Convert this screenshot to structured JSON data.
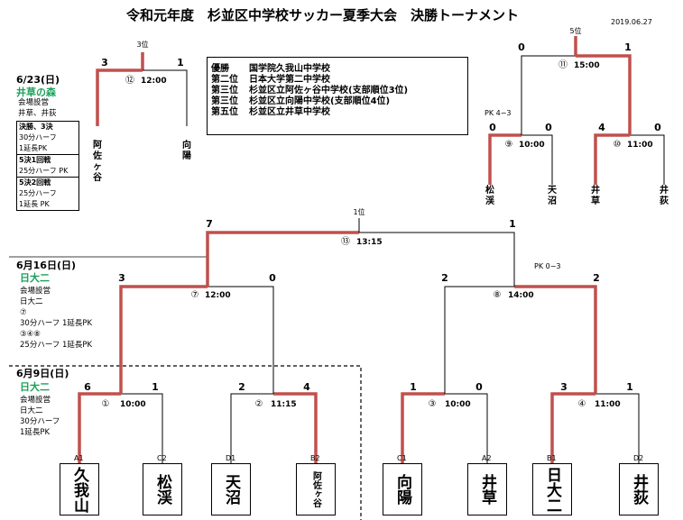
{
  "title": "令和元年度　杉並区中学校サッカー夏季大会　決勝トーナメント",
  "date": "2019.06.27",
  "results": [
    {
      "rank": "優勝",
      "team": "国学院久我山中学校"
    },
    {
      "rank": "第二位",
      "team": "日本大学第二中学校"
    },
    {
      "rank": "第三位",
      "team": "杉並区立阿佐ヶ谷中学校(支部順位3位)"
    },
    {
      "rank": "第三位",
      "team": "杉並区立向陽中学校(支部順位4位)"
    },
    {
      "rank": "第五位",
      "team": "杉並区立井草中学校"
    }
  ],
  "sessions": {
    "s623": {
      "date": "6/23(日)",
      "venue": "井草の森",
      "info": [
        "会場設営",
        "井草、井荻"
      ]
    },
    "s616": {
      "date": "6月16日(日)",
      "venue": "日大二",
      "info": [
        "会場設営",
        "日大二",
        "⑦",
        "30分ハーフ 1延長PK",
        "③④⑧",
        "25分ハーフ 1延長PK"
      ]
    },
    "s609": {
      "date": "6月9日(日)",
      "venue": "日大二",
      "info": [
        "会場設営",
        "日大二",
        "30分ハーフ",
        "1延長PK"
      ]
    }
  },
  "legend": [
    {
      "head": "決勝、3決",
      "lines": [
        "30分ハーフ",
        "1延長PK"
      ]
    },
    {
      "head": "5決1回戦",
      "lines": [
        "25分ハーフ PK"
      ]
    },
    {
      "head": "5決2回戦",
      "lines": [
        "25分ハーフ",
        "1延長 PK"
      ]
    }
  ],
  "teams": [
    {
      "seed": "A1",
      "name": "久我山"
    },
    {
      "seed": "C2",
      "name": "松渓"
    },
    {
      "seed": "D1",
      "name": "天沼"
    },
    {
      "seed": "B2",
      "name": "阿佐ヶ谷"
    },
    {
      "seed": "C1",
      "name": "向陽"
    },
    {
      "seed": "A2",
      "name": "井草"
    },
    {
      "seed": "B1",
      "name": "日大二"
    },
    {
      "seed": "D2",
      "name": "井荻"
    }
  ],
  "small_teams": {
    "third_left": "阿佐ヶ谷",
    "third_right": "向陽",
    "m9_left": "松渓",
    "m9_right": "天沼",
    "m10_left": "井草",
    "m10_right": "井荻"
  },
  "matches": {
    "m1": {
      "label": "①",
      "time": "10:00",
      "left": "6",
      "right": "1"
    },
    "m2": {
      "label": "②",
      "time": "11:15",
      "left": "2",
      "right": "4"
    },
    "m3": {
      "label": "③",
      "time": "10:00",
      "left": "1",
      "right": "0"
    },
    "m4": {
      "label": "④",
      "time": "11:00",
      "left": "3",
      "right": "1"
    },
    "m7": {
      "label": "⑦",
      "time": "12:00",
      "left": "3",
      "right": "0"
    },
    "m8": {
      "label": "⑧",
      "time": "14:00",
      "left": "2",
      "right": "2",
      "note": "PK 0−3"
    },
    "m13": {
      "label": "⑬",
      "time": "13:15",
      "left": "7",
      "right": "1",
      "place": "1位"
    },
    "m12": {
      "label": "⑫",
      "time": "12:00",
      "left": "3",
      "right": "1",
      "place": "3位"
    },
    "m9": {
      "label": "⑨",
      "time": "10:00",
      "left": "0",
      "right": "0",
      "note": "PK 4−3"
    },
    "m10": {
      "label": "⑩",
      "time": "11:00",
      "left": "4",
      "right": "0"
    },
    "m11": {
      "label": "⑪",
      "time": "15:00",
      "left": "0",
      "right": "1",
      "place": "5位"
    }
  },
  "colors": {
    "winner_line": "#c0504d",
    "line": "#000000",
    "venue": "#1aa15a"
  }
}
